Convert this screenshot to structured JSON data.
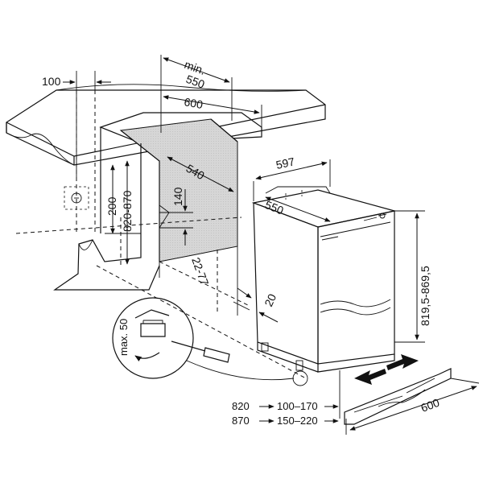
{
  "dimensions": {
    "min_label": "min.",
    "depth_min": "550",
    "depth_600": "600",
    "left_100": "100",
    "niche_540": "540",
    "height_200": "200",
    "height_range": "820-870",
    "height_140": "140",
    "gap_22_77": "22-77",
    "width_597": "597",
    "depth_550": "550",
    "appliance_height": "819,5-869,5",
    "clearance_20": "20",
    "max_50": "max. 50",
    "plinth_600": "600"
  },
  "table": {
    "rows": [
      {
        "a": "820",
        "b": "100–170"
      },
      {
        "a": "870",
        "b": "150–220"
      }
    ]
  }
}
